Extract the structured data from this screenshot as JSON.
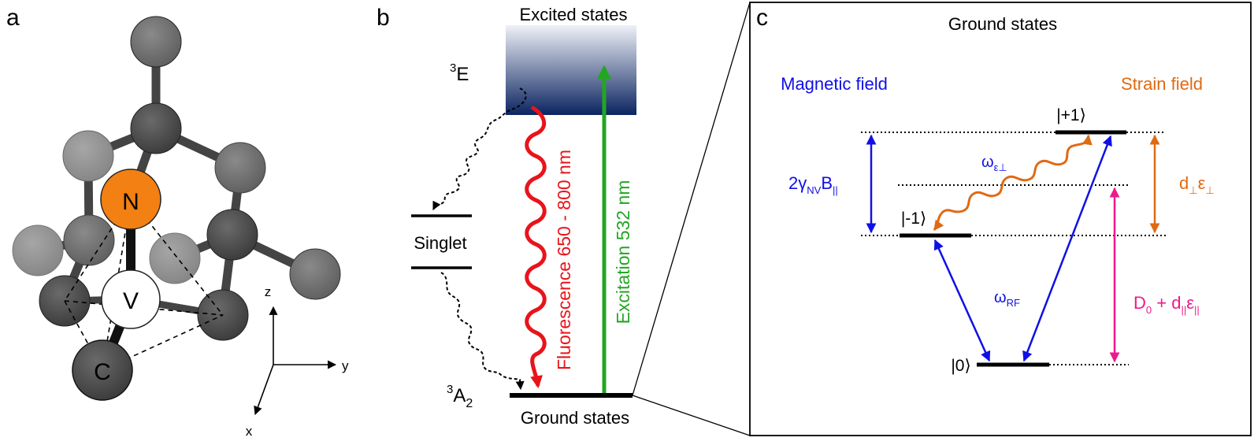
{
  "panels": {
    "a": {
      "label": "a",
      "atoms": {
        "nitrogen": "N",
        "vacancy": "V",
        "carbon": "C"
      },
      "axes": {
        "z": "z",
        "y": "y",
        "x": "x"
      }
    },
    "b": {
      "label": "b",
      "excited_states": "Excited states",
      "triplet_excited": "E",
      "triplet_excited_sup": "3",
      "singlet": "Singlet",
      "triplet_ground": "A",
      "triplet_ground_sub": "2",
      "triplet_ground_sup": "3",
      "ground_states": "Ground states",
      "fluorescence": "Fluorescence 650 - 800 nm",
      "excitation": "Excitation 532 nm",
      "colors": {
        "fluorescence": "#e8141b",
        "excitation": "#23a623",
        "band_top": "#e6eaf3",
        "band_bottom": "#0b2461"
      }
    },
    "c": {
      "label": "c",
      "title": "Ground states",
      "magnetic_field": "Magnetic field",
      "strain_field": "Strain field",
      "level_plus1": "|+1⟩",
      "level_minus1": "|-1⟩",
      "level_zero": "|0⟩",
      "zeeman": {
        "main": "2γ",
        "sub1": "NV",
        "mid": "B",
        "sub2": "||"
      },
      "strain_perp": {
        "d": "d",
        "sub1": "⊥",
        "eps": "ε",
        "sub2": "⊥"
      },
      "omega_eps": {
        "main": "ω",
        "sub": "ε⊥"
      },
      "omega_rf": {
        "main": "ω",
        "sub": "RF"
      },
      "zero_field": {
        "d": "D",
        "sub1": "0",
        "plus": " + d",
        "sub2": "||",
        "eps": "ε",
        "sub3": "||"
      },
      "colors": {
        "magnetic": "#1010e6",
        "strain": "#e06a12",
        "zero_field": "#ec1a8c",
        "level": "#000000"
      }
    }
  }
}
